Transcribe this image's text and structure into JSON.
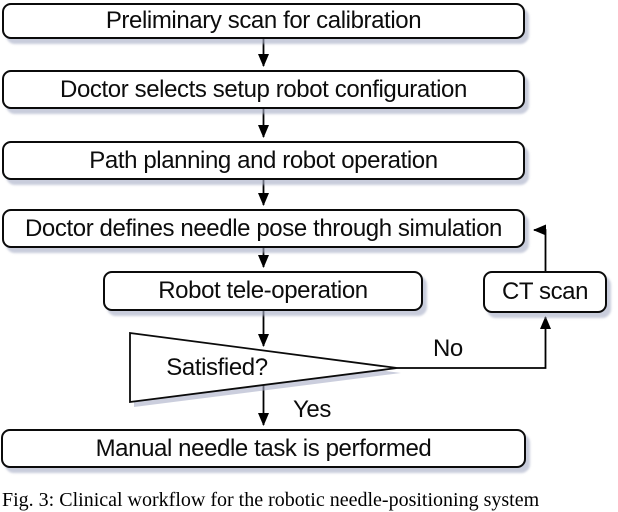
{
  "figure": {
    "type": "flowchart",
    "nodes": {
      "preliminary_scan": {
        "label": "Preliminary scan for calibration"
      },
      "doctor_selects": {
        "label": "Doctor selects setup robot configuration"
      },
      "path_planning": {
        "label": "Path planning and robot operation"
      },
      "needle_pose": {
        "label": "Doctor defines needle pose through simulation"
      },
      "tele_operation": {
        "label": "Robot tele-operation"
      },
      "ct_scan": {
        "label": "CT scan"
      },
      "decision": {
        "label": "Satisfied?"
      },
      "manual_task": {
        "label": "Manual needle task is performed"
      }
    },
    "edge_labels": {
      "no": "No",
      "yes": "Yes"
    },
    "caption": "Fig. 3: Clinical workflow for the robotic needle-positioning system",
    "colors": {
      "box_fill": "#ffffff",
      "box_border": "#0b0b0b",
      "line": "#000000",
      "shadow": "#a8aec6"
    }
  }
}
